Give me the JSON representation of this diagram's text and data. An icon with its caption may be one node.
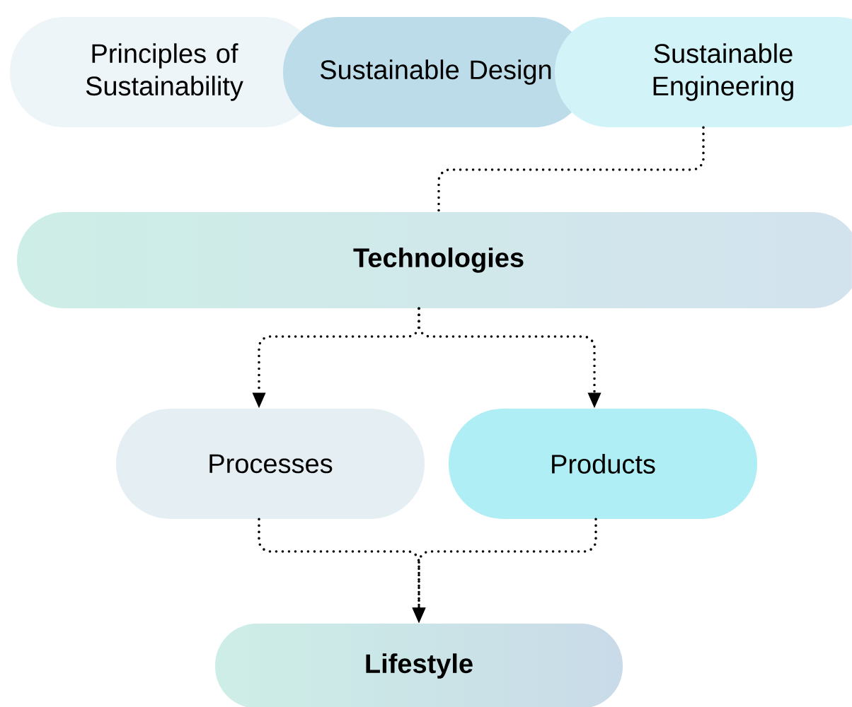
{
  "diagram": {
    "nodes": [
      {
        "text": [
          "Principles of Sustainability"
        ]
      },
      {
        "text": [
          "Sustainable Design"
        ]
      },
      {
        "text": [
          "Sustainable Engineering"
        ]
      },
      {
        "text": [
          "Technologies"
        ]
      },
      {
        "text": [
          "Processes"
        ]
      },
      {
        "text": [
          "Products"
        ]
      },
      {
        "text": [
          "Lifestyle"
        ]
      }
    ],
    "edges": [
      {
        "from": 2,
        "to": 3,
        "arrow": "none"
      },
      {
        "from": 3,
        "to": 4,
        "arrow": "to"
      },
      {
        "from": 3,
        "to": 5,
        "arrow": "to"
      },
      {
        "from": 4,
        "to": 6,
        "arrow": "to"
      },
      {
        "from": 5,
        "to": 6,
        "arrow": "to"
      }
    ]
  }
}
